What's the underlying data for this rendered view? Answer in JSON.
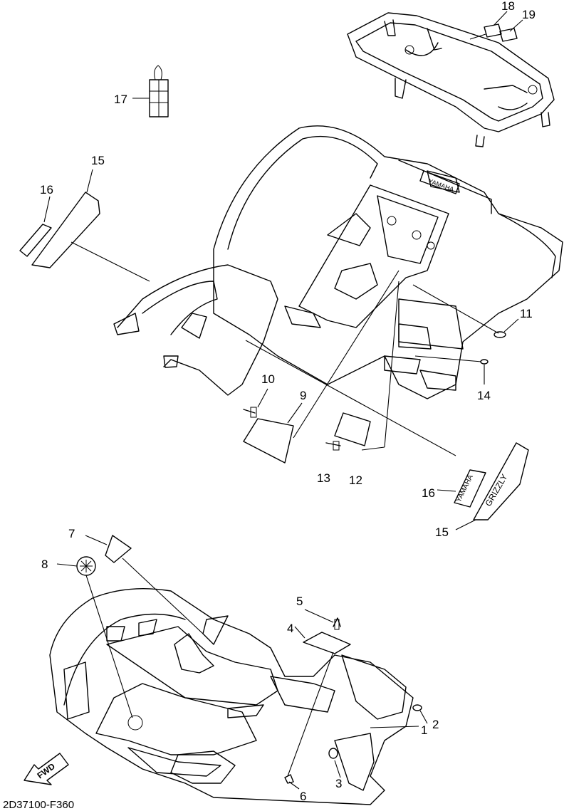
{
  "labels": {
    "p1": "1",
    "p2": "2",
    "p3": "3",
    "p4": "4",
    "p5": "5",
    "p6": "6",
    "p7": "7",
    "p8": "8",
    "p9": "9",
    "p10": "10",
    "p11": "11",
    "p12": "12",
    "p13": "13",
    "p14": "14",
    "p15a": "15",
    "p15b": "15",
    "p16a": "16",
    "p16b": "16",
    "p17": "17",
    "p18": "18",
    "p19": "19"
  },
  "decals": {
    "brand": "YAMAHA",
    "model": "GRIZZLY"
  },
  "fwd_arrow": "FWD",
  "diagram_code": "2D37100-F360"
}
